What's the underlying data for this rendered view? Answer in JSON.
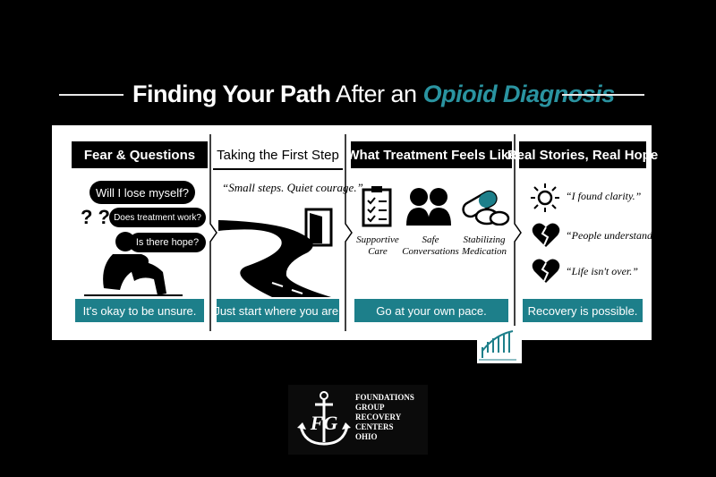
{
  "title": {
    "part1": "Finding Your Path",
    "part2": " After an ",
    "part3": "Opioid Diagnosis"
  },
  "columns": [
    {
      "header": "Fear & Questions",
      "questions": [
        "Will I lose myself?",
        "Does treatment work?",
        "Is there hope?"
      ],
      "qmarks": "? ?",
      "footer": "It's okay to be unsure."
    },
    {
      "header": "Taking the First Step",
      "quote": "“Small steps. Quiet courage.”",
      "footer": "Just start where you are."
    },
    {
      "header": "What Treatment Feels Like",
      "items": [
        {
          "label": "Supportive\nCare",
          "icon": "clipboard-checklist-icon"
        },
        {
          "label": "Safe\nConversations",
          "icon": "two-people-talking-icon"
        },
        {
          "label": "Stabilizing\nMedication",
          "icon": "pills-icon"
        }
      ],
      "footer": "Go at your own pace."
    },
    {
      "header": "Real Stories, Real Hope",
      "quotes": [
        {
          "text": "“I found clarity.”",
          "icon": "sun-icon"
        },
        {
          "text": "“People understand",
          "icon": "broken-heart-icon"
        },
        {
          "text": "“Life isn't over.”",
          "icon": "broken-heart-icon"
        }
      ],
      "footer": "Recovery is possible."
    }
  ],
  "logo": {
    "monogram": "FG",
    "lines": [
      "FOUNDATIONS",
      "GROUP",
      "RECOVERY",
      "CENTERS",
      "OHIO"
    ]
  },
  "colors": {
    "accent": "#2a93a0",
    "footer_bg": "#1d7f8a",
    "background": "#000000",
    "panel": "#ffffff"
  }
}
